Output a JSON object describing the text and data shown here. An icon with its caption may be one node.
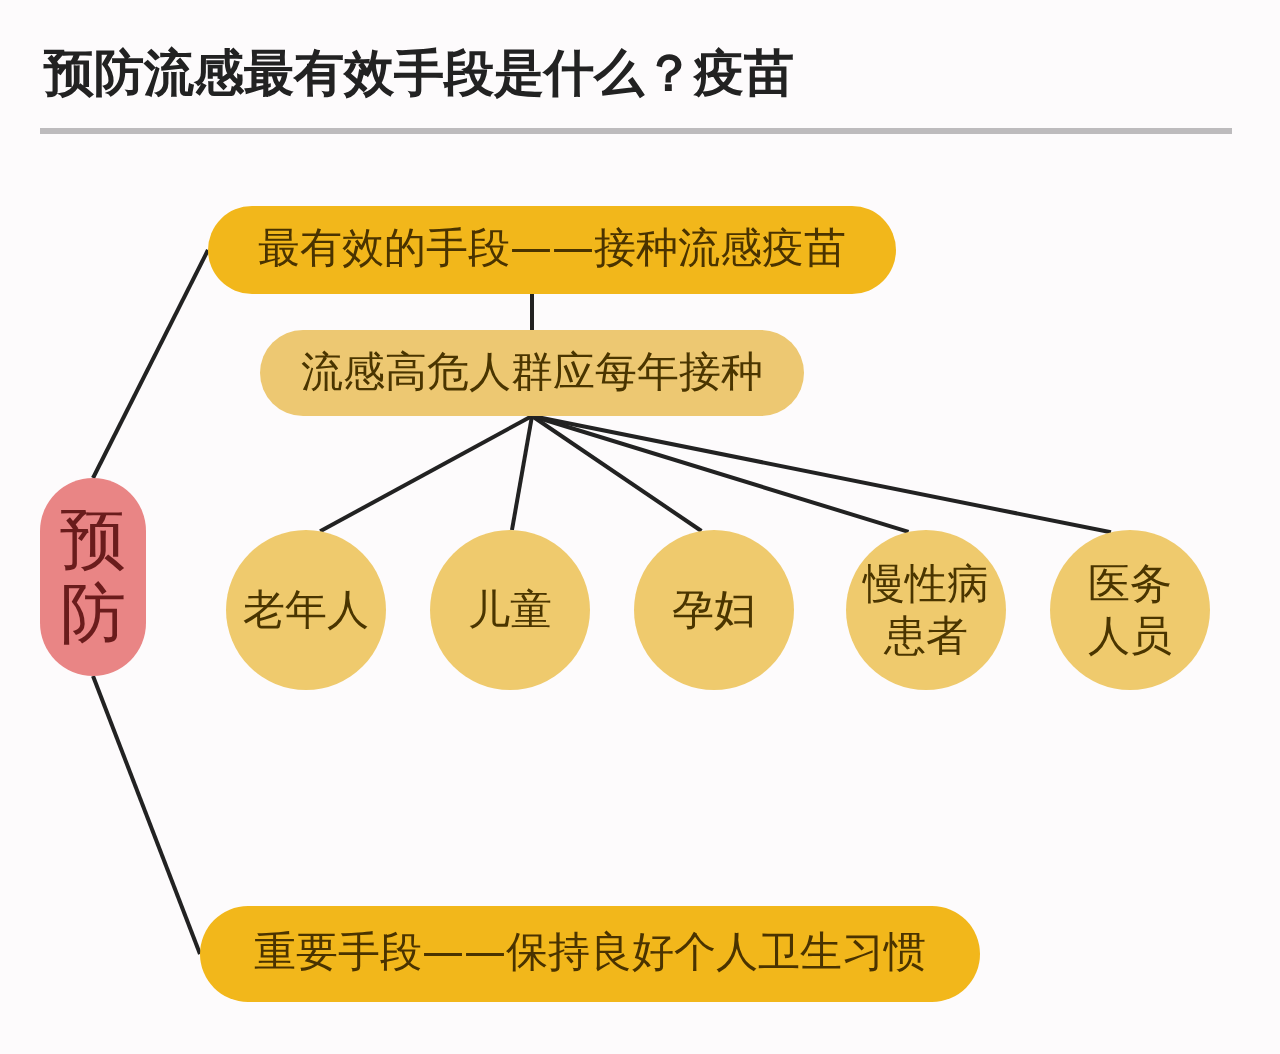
{
  "diagram": {
    "title": "预防流感最有效手段是什么？疫苗",
    "nodes": [
      {
        "text": [
          "预防"
        ]
      },
      {
        "text": [
          "最有效的手段——接种流感疫苗"
        ]
      },
      {
        "text": [
          "流感高危人群应每年接种"
        ]
      },
      {
        "text": [
          "老年人"
        ]
      },
      {
        "text": [
          "儿童"
        ]
      },
      {
        "text": [
          "孕妇"
        ]
      },
      {
        "text": [
          "慢性病患者"
        ]
      },
      {
        "text": [
          "医务人员"
        ]
      },
      {
        "text": [
          "重要手段——保持良好个人卫生习惯"
        ]
      }
    ],
    "edges": [
      {
        "from": 0,
        "to": 1,
        "arrow": "none"
      },
      {
        "from": 0,
        "to": 8,
        "arrow": "none"
      },
      {
        "from": 1,
        "to": 2,
        "arrow": "none"
      },
      {
        "from": 2,
        "to": 3,
        "arrow": "none"
      },
      {
        "from": 2,
        "to": 4,
        "arrow": "none"
      },
      {
        "from": 2,
        "to": 5,
        "arrow": "none"
      },
      {
        "from": 2,
        "to": 6,
        "arrow": "none"
      },
      {
        "from": 2,
        "to": 7,
        "arrow": "none"
      }
    ]
  }
}
